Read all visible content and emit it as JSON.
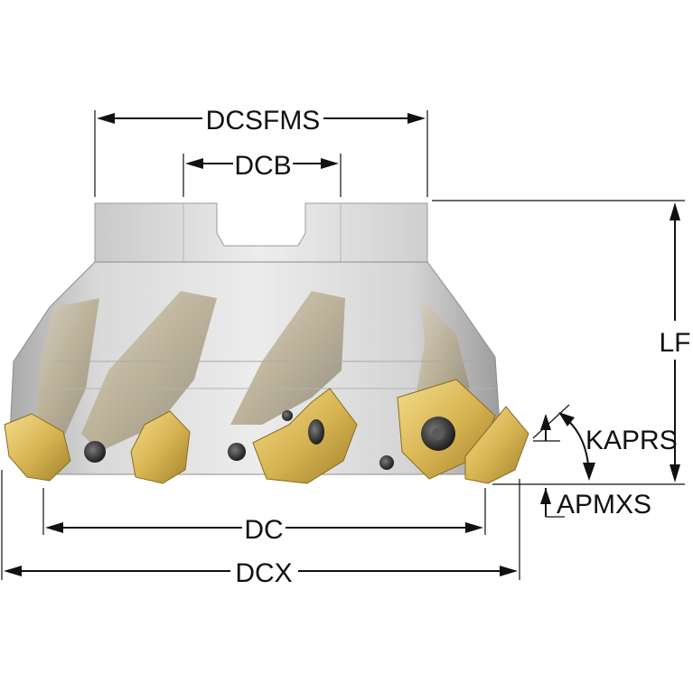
{
  "labels": {
    "dcsfms": "DCSFMS",
    "dcb": "DCB",
    "lf": "LF",
    "kaprs": "KAPRS",
    "apmxs": "APMXS",
    "dc": "DC",
    "dcx": "DCX"
  },
  "colors": {
    "body_light": "#e6e6e6",
    "body_mid": "#c4c4c4",
    "body_dark": "#8f8f8f",
    "insert_gold": "#e0c060",
    "insert_dark": "#a88a2e",
    "screw": "#2b2b2b",
    "line": "#111111"
  }
}
